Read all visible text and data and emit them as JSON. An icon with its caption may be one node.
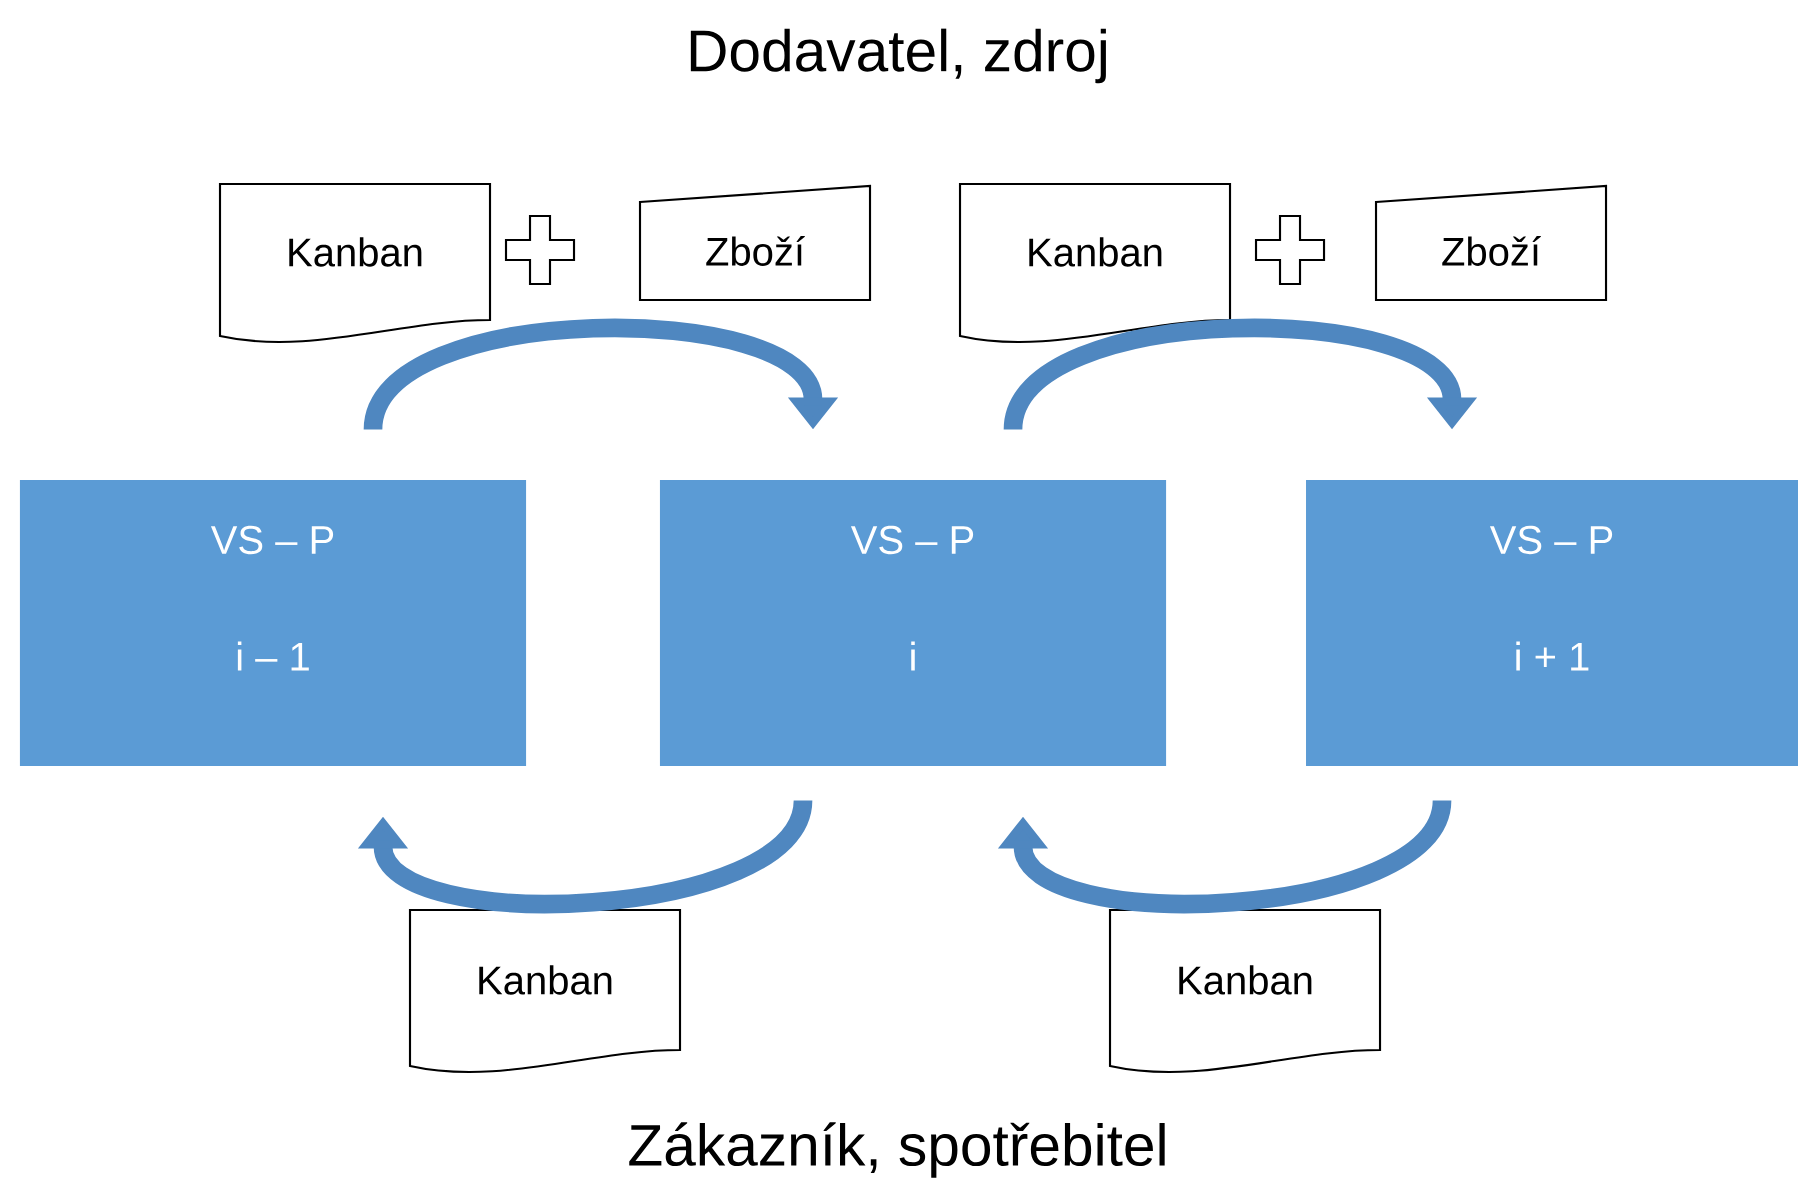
{
  "diagram": {
    "title": "Dodavatel, zdroj",
    "caption": "Zákazník, spotřebitel",
    "nodes": [
      {
        "text": [
          "VS – P",
          "i – 1"
        ]
      },
      {
        "text": [
          "VS – P",
          "i"
        ]
      },
      {
        "text": [
          "VS – P",
          "i + 1"
        ]
      },
      {
        "text": [
          "Kanban"
        ]
      },
      {
        "text": [
          "Zboží"
        ]
      },
      {
        "text": [
          "Kanban"
        ]
      },
      {
        "text": [
          "Zboží"
        ]
      },
      {
        "text": [
          "Kanban"
        ]
      },
      {
        "text": [
          "Kanban"
        ]
      }
    ],
    "edges": [
      {
        "from": 0,
        "to": 1,
        "arrow": "to"
      },
      {
        "from": 1,
        "to": 2,
        "arrow": "to"
      },
      {
        "from": 1,
        "to": 0,
        "arrow": "to"
      },
      {
        "from": 2,
        "to": 1,
        "arrow": "to"
      }
    ]
  }
}
